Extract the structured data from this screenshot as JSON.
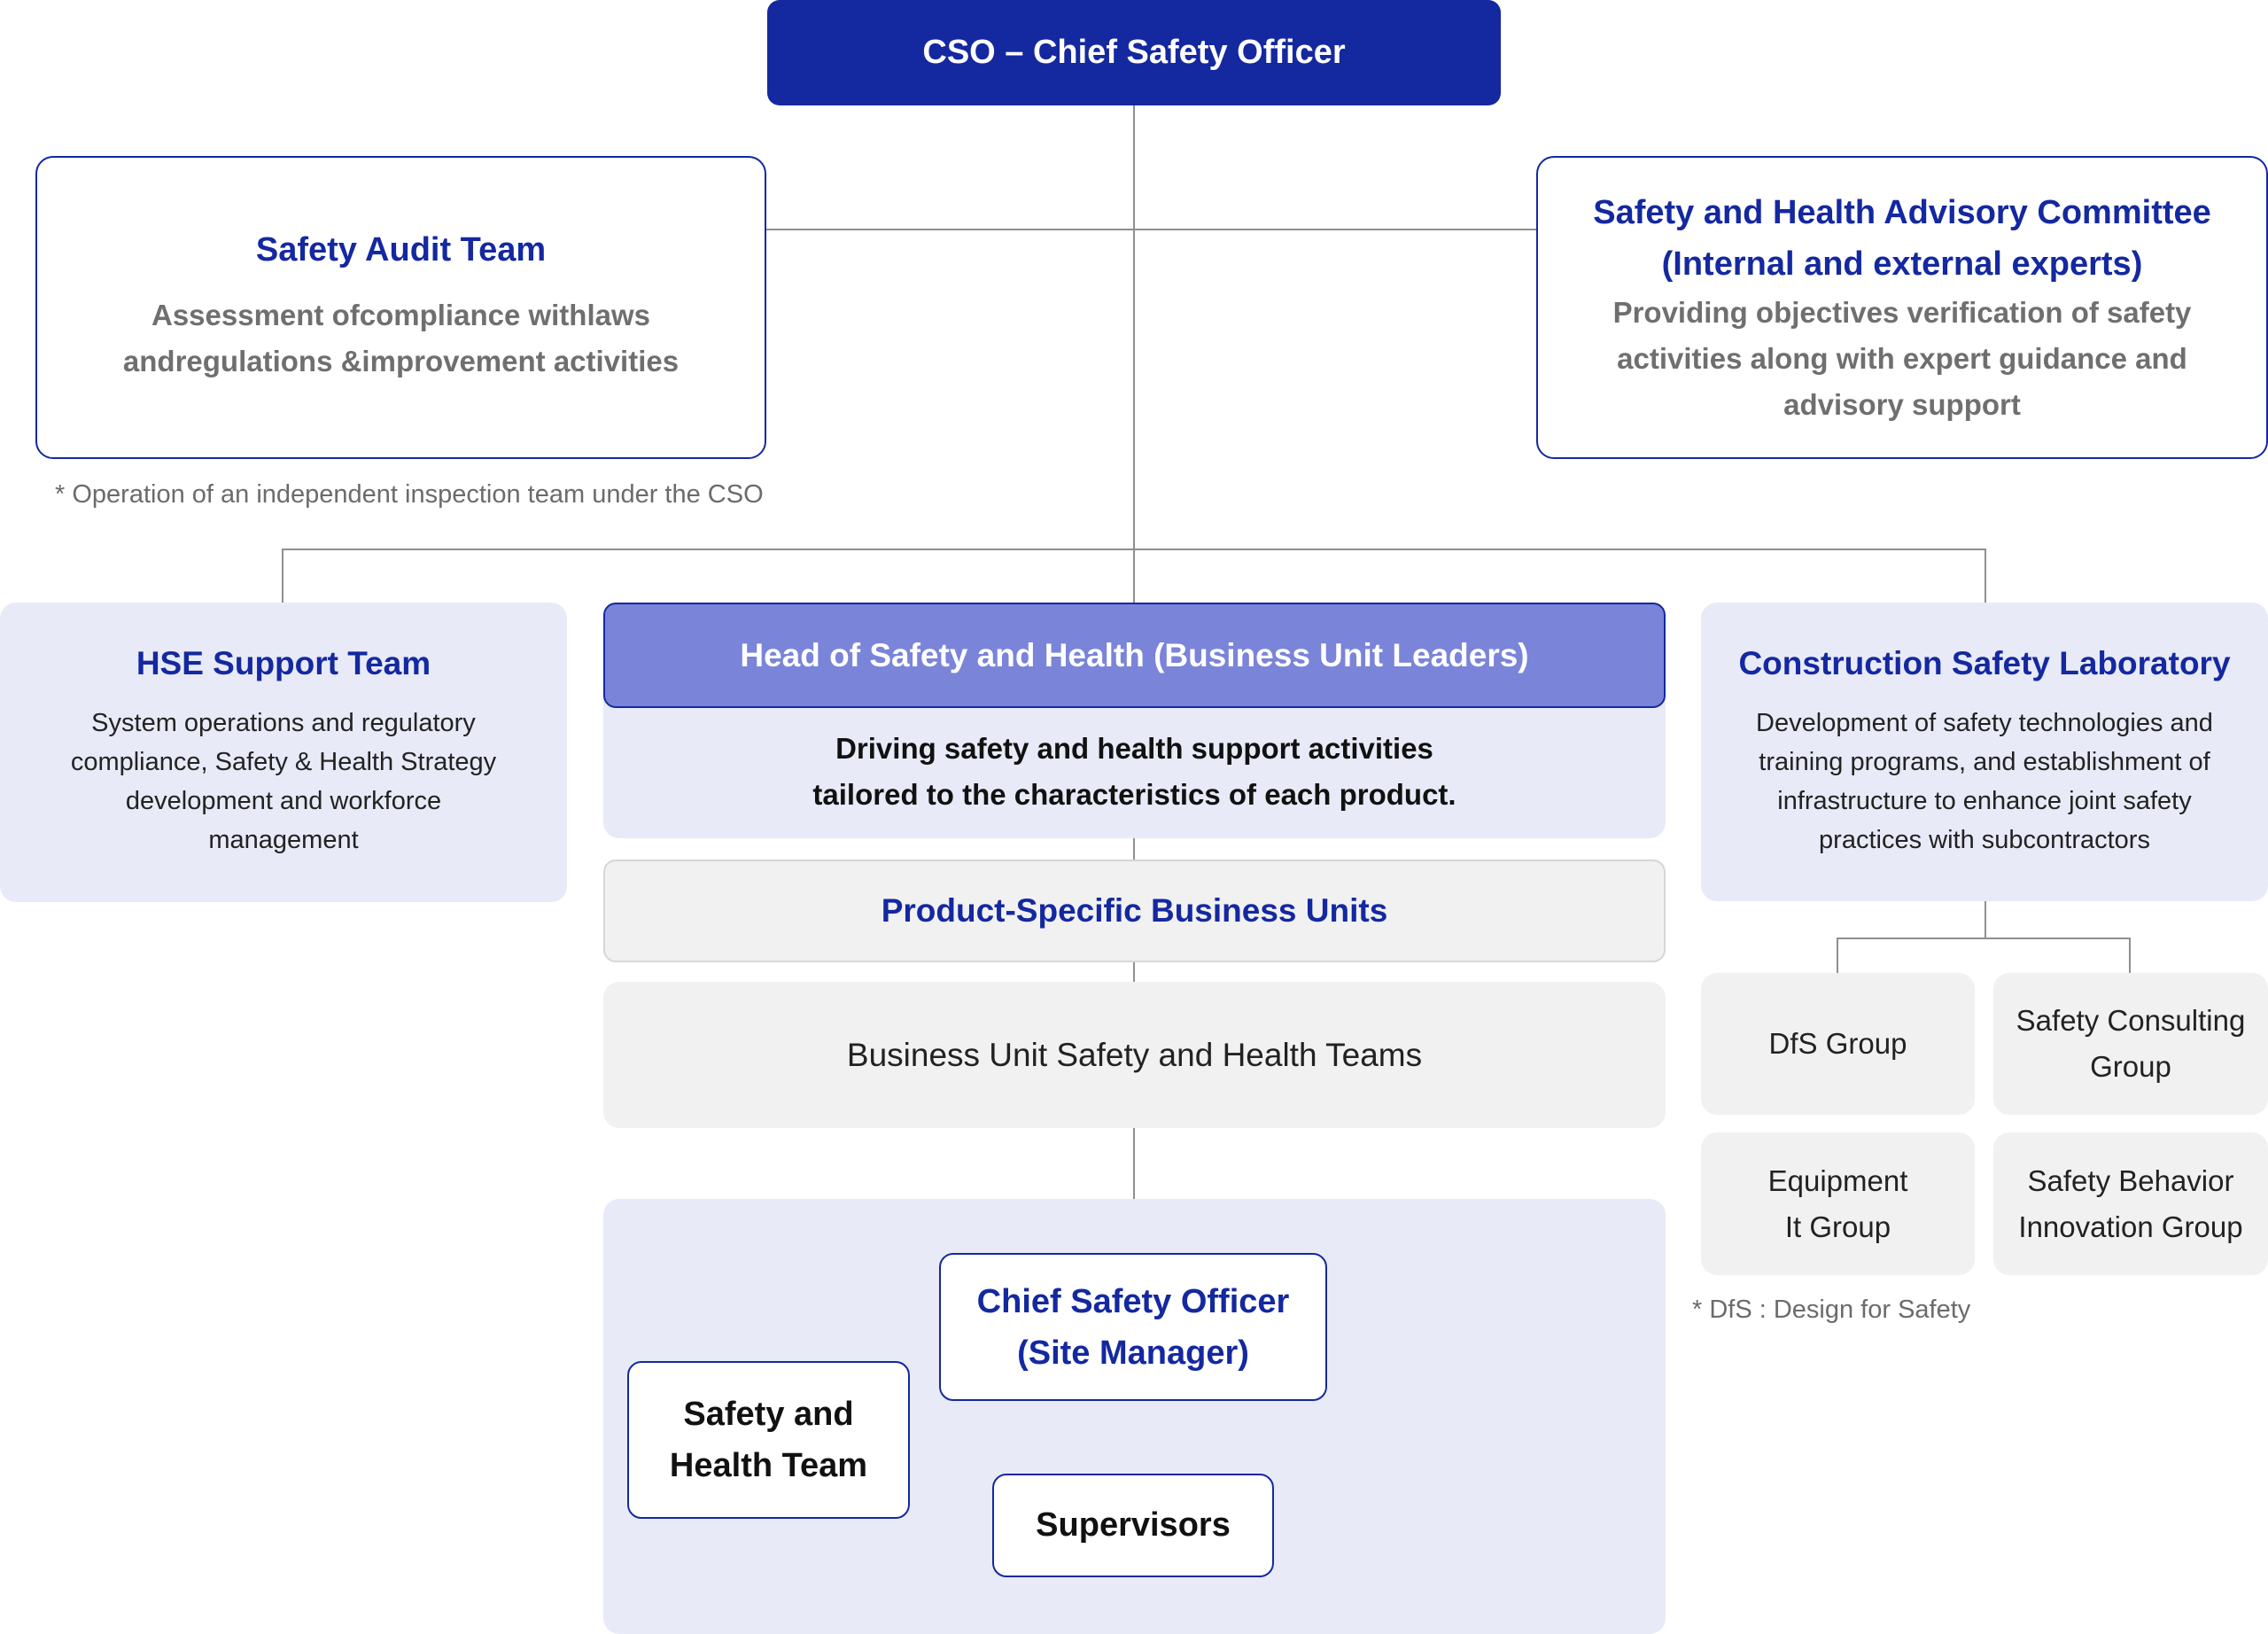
{
  "cso": {
    "label": "CSO – Chief Safety Officer"
  },
  "audit": {
    "title": "Safety Audit Team",
    "desc_line1": "Assessment ofcompliance withlaws",
    "desc_line2": "andregulations &improvement activities",
    "note": "* Operation of an independent inspection team under the CSO"
  },
  "advisory": {
    "title_line1": "Safety and Health Advisory Committee",
    "title_line2": "(Internal and external experts)",
    "desc_line1": "Providing objectives verification of safety",
    "desc_line2": "activities along with expert guidance and",
    "desc_line3": "advisory support"
  },
  "hse": {
    "title": "HSE Support Team",
    "desc_line1": "System operations and regulatory",
    "desc_line2": "compliance, Safety & Health Strategy",
    "desc_line3": "development and workforce",
    "desc_line4": "management"
  },
  "head": {
    "title": "Head of Safety and Health (Business Unit Leaders)",
    "desc_line1": "Driving safety and health support activities",
    "desc_line2": "tailored to the characteristics of each product."
  },
  "product_units": {
    "label": "Product-Specific Business Units"
  },
  "bu_teams": {
    "label": "Business Unit Safety and Health Teams"
  },
  "site": {
    "cso_line1": "Chief Safety Officer",
    "cso_line2": "(Site Manager)",
    "sh_team_line1": "Safety and",
    "sh_team_line2": "Health Team",
    "supervisors": "Supervisors"
  },
  "lab": {
    "title": "Construction Safety Laboratory",
    "desc_line1": "Development of safety technologies and",
    "desc_line2": "training programs, and establishment of",
    "desc_line3": "infrastructure to enhance joint safety",
    "desc_line4": "practices with subcontractors",
    "groups": [
      {
        "line1": "DfS Group",
        "line2": ""
      },
      {
        "line1": "Safety Consulting",
        "line2": "Group"
      },
      {
        "line1": "Equipment",
        "line2": "It Group"
      },
      {
        "line1": "Safety Behavior",
        "line2": "Innovation Group"
      }
    ],
    "note": "* DfS : Design for Safety"
  },
  "colors": {
    "navy": "#1428a0",
    "head_bar": "#7a84d8",
    "lavender": "#e8eaf7",
    "grey_box": "#f1f1f1",
    "connector": "#8f8f8f"
  }
}
